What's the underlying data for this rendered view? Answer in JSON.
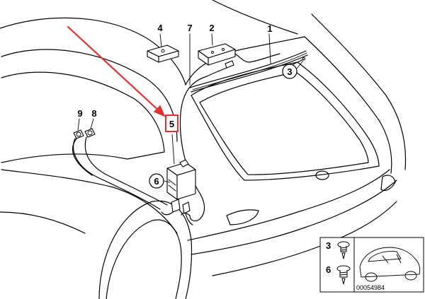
{
  "diagram": {
    "callouts": {
      "c1": "1",
      "c2": "2",
      "c3": "3",
      "c4": "4",
      "c5": "5",
      "c6": "6",
      "c7": "7",
      "c8": "8",
      "c9": "9"
    },
    "highlight_color": "#e53030",
    "legend": {
      "item1_number": "3",
      "item2_number": "6",
      "image_code": "00054984"
    }
  }
}
